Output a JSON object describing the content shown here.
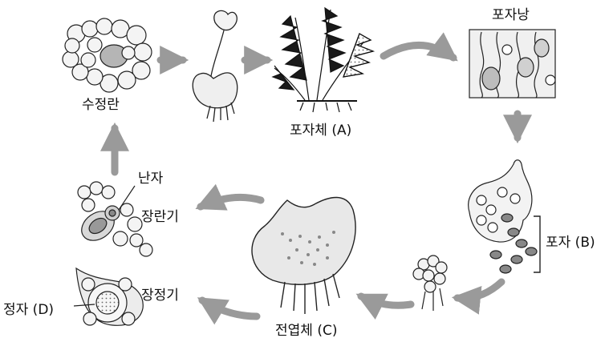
{
  "labels": {
    "zygote": "수정란",
    "sporangium": "포자낭",
    "sporophyte": "포자체 (A)",
    "spore": "포자 (B)",
    "prothallus": "전엽체 (C)",
    "egg": "난자",
    "archegonium": "장란기",
    "antheridium": "장정기",
    "sperm": "정자 (D)"
  },
  "colors": {
    "arrow": "#9a9a9a",
    "cell_fill": "#f3f3f3",
    "outline": "#222222",
    "shade": "#bdbdbd"
  }
}
